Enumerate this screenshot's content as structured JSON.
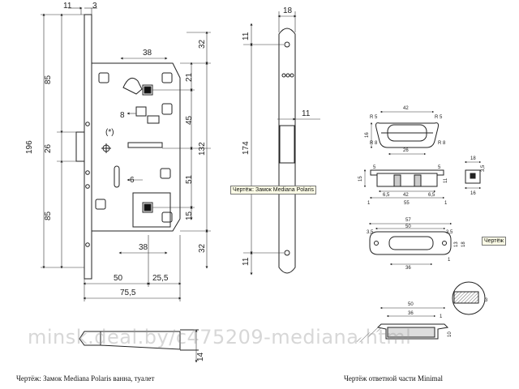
{
  "left": {
    "top_dims": {
      "d11": "11",
      "d3": "3",
      "d18": "18"
    },
    "dims": {
      "d38_top": "38",
      "d85_top": "85",
      "d32_top": "32",
      "d21": "21",
      "d8": "8",
      "d45": "45",
      "d132": "132",
      "d196": "196",
      "d26": "26",
      "d174": "174",
      "d11_right": "11",
      "d51": "51",
      "d6": "6",
      "d85_bottom": "85",
      "d15": "15",
      "d32_bottom": "32",
      "d38_bottom": "38",
      "d11_plate_top": "11",
      "d11_plate_bottom": "11",
      "d50": "50",
      "d25_5": "25,5",
      "d75_5": "75,5",
      "d14": "14",
      "star": "(*)"
    },
    "caption": "Чертёж: Замок Mediana Polaris ванна, туалет"
  },
  "tooltips": {
    "lock": "Чертёж: Замок Mediana Polaris",
    "strike": "Чертёж"
  },
  "right": {
    "dims": {
      "top42": "42",
      "top26": "26",
      "r5_1": "R 5",
      "r8_1": "R 8",
      "r5_2": "R 5",
      "r8_2": "R 8",
      "d16a": "16",
      "mid42": "42",
      "mid55": "55",
      "mid5a": "5",
      "mid5b": "5",
      "mid6_5a": "6,5",
      "mid6_5b": "6,5",
      "mid15": "15",
      "mid1a": "1",
      "mid1b": "1",
      "mid11": "11",
      "s18": "18",
      "s16": "16",
      "s3_5": "3,5",
      "low57": "57",
      "low50": "50",
      "low3_5a": "3,5",
      "low3_5b": "3,5",
      "low36": "36",
      "low13": "13",
      "low18": "18",
      "low1": "1",
      "bot50": "50",
      "bot36": "36",
      "bot1": "1",
      "bot10": "10",
      "bot3": "3"
    },
    "caption": "Чертёж ответной части Minimal"
  },
  "watermark": "minsk.deal.by/c475209-mediana.html"
}
